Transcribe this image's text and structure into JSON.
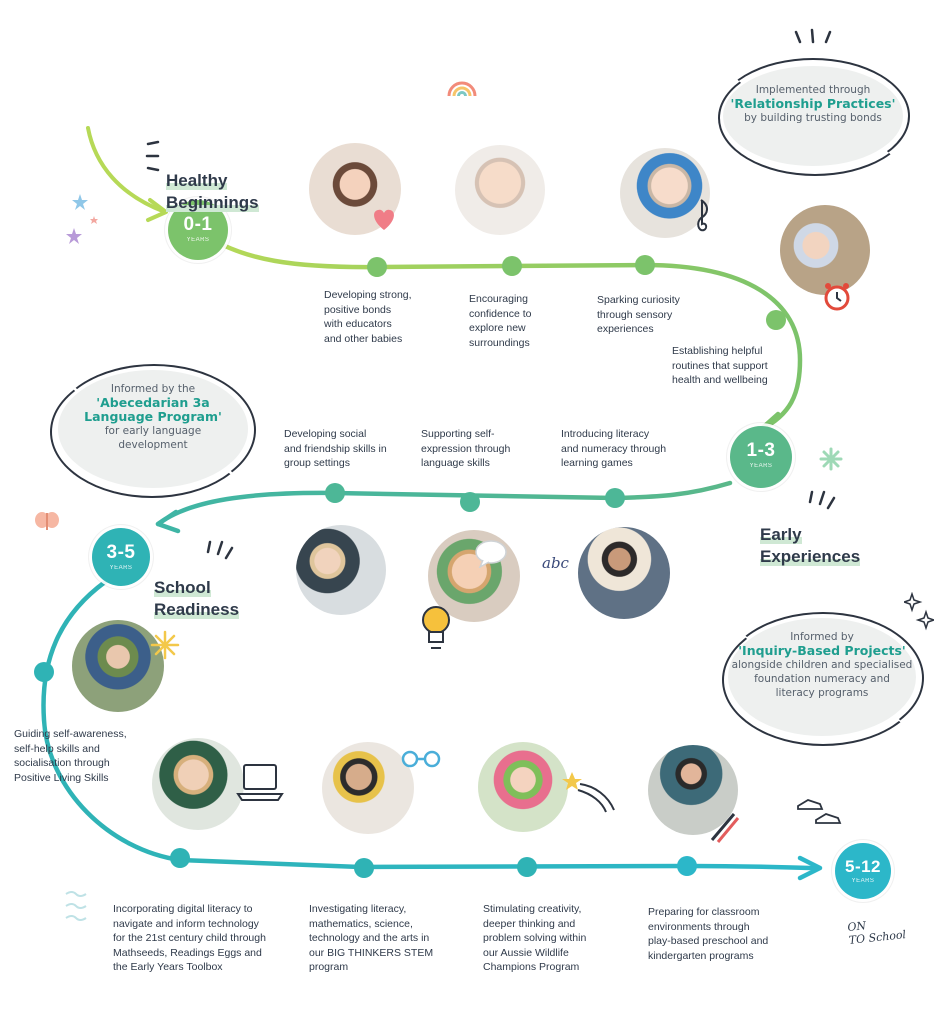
{
  "stages": [
    {
      "age": "0-1",
      "unit": "YEARS",
      "title_line1": "Healthy",
      "title_line2": "Beginnings",
      "color": "#7cc36b"
    },
    {
      "age": "1-3",
      "unit": "YEARS",
      "title_line1": "Early",
      "title_line2": "Experiences",
      "color": "#5ab88a"
    },
    {
      "age": "3-5",
      "unit": "YEARS",
      "title_line1": "School",
      "title_line2": "Readiness",
      "color": "#2fb3b5"
    },
    {
      "age": "5-12",
      "unit": "YEARS",
      "color": "#2cb7c9"
    }
  ],
  "steps": {
    "s1": "Developing strong,\npositive bonds\nwith educators\nand other babies",
    "s2": "Encouraging\nconfidence to\nexplore new\nsurroundings",
    "s3": "Sparking curiosity\nthrough sensory\nexperiences",
    "s4": "Establishing helpful\nroutines that support\nhealth and wellbeing",
    "s5": "Developing social\nand friendship skills in\ngroup settings",
    "s6": "Supporting self-\nexpression through\nlanguage skills",
    "s7": "Introducing literacy\nand numeracy through\nlearning games",
    "s8": "Guiding self-awareness,\nself-help skills and\nsocialisation through\nPositive Living Skills",
    "s9": "Incorporating digital literacy to\nnavigate and inform technology\nfor the 21st century child through\nMathseeds, Readings Eggs and\nthe Early Years Toolbox",
    "s10": "Investigating literacy,\nmathematics, science,\ntechnology and the arts in\nour BIG THINKERS STEM\nprogram",
    "s11": "Stimulating creativity,\ndeeper thinking and\nproblem solving within\nour Aussie Wildlife\nChampions Program",
    "s12": "Preparing for classroom\nenvironments through\nplay-based preschool and\nkindergarten programs"
  },
  "bubbles": {
    "b1_pre": "Implemented through",
    "b1_em": "'Relationship Practices'",
    "b1_post": "by building trusting bonds",
    "b2_pre": "Informed by the",
    "b2_em": "'Abecedarian 3a\nLanguage Program'",
    "b2_post": "for early language\ndevelopment",
    "b3_pre": "Informed by",
    "b3_em": "'Inquiry-Based Projects'",
    "b3_post": "alongside children and specialised\nfoundation numeracy and\nliteracy programs"
  },
  "doodles": {
    "abc": "abc",
    "on_school_1": "ON",
    "on_school_2": "TO School"
  },
  "colors": {
    "green": "#7cc36b",
    "mid": "#5ab88a",
    "teal": "#2fb3b5",
    "cyan": "#2cb7c9",
    "text": "#2f3a4a",
    "accent": "#1f9e8f"
  }
}
